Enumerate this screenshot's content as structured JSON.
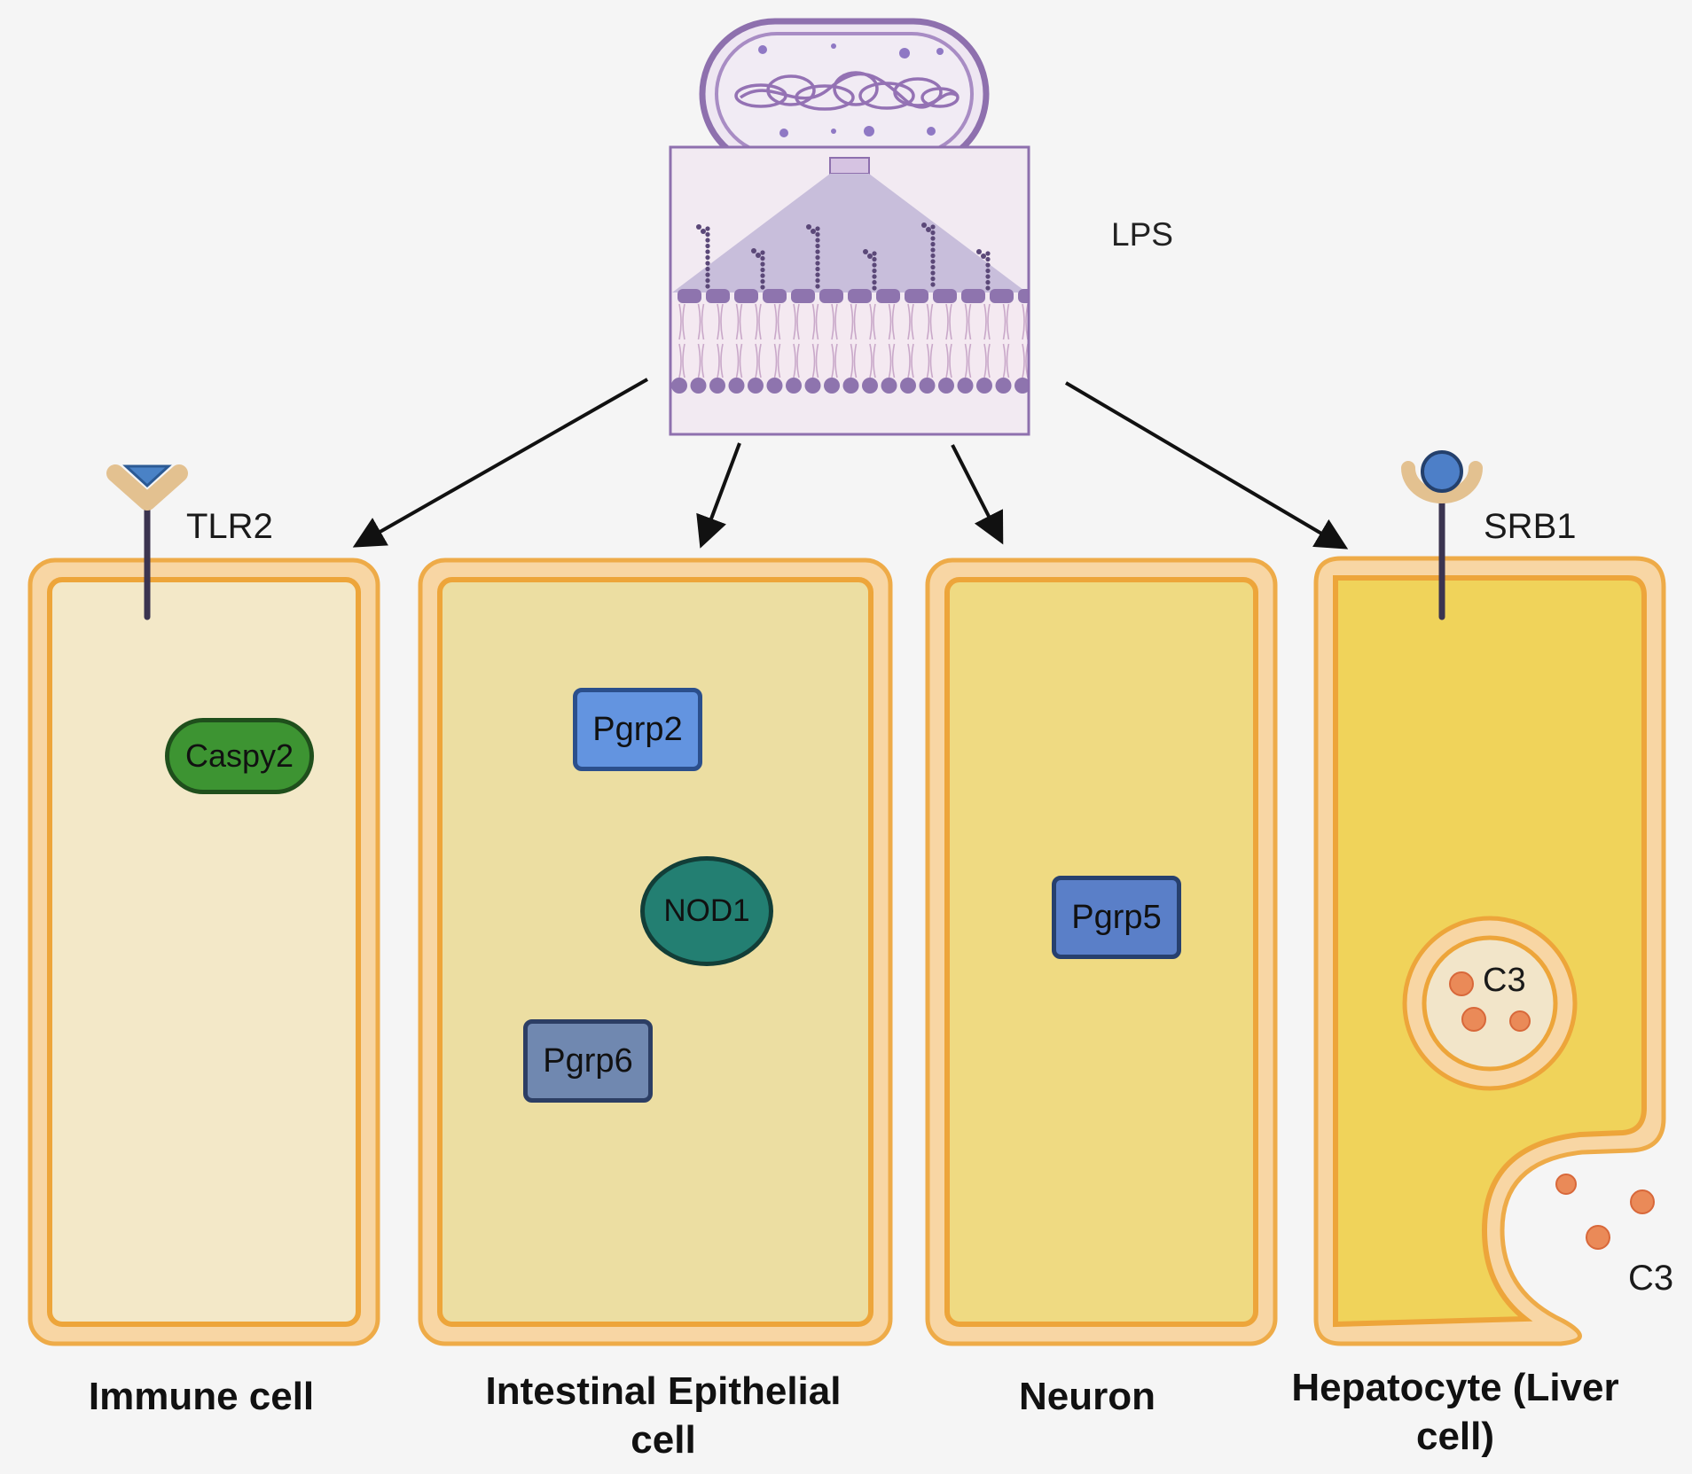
{
  "source": {
    "label": "LPS"
  },
  "cells": [
    {
      "title": "Immune cell",
      "receptor": "TLR2",
      "proteins": [
        "Caspy2"
      ]
    },
    {
      "title": "Intestinal Epithelial cell",
      "proteins": [
        "Pgrp2",
        "NOD1",
        "Pgrp6"
      ]
    },
    {
      "title": "Neuron",
      "proteins": [
        "Pgrp5"
      ]
    },
    {
      "title": "Hepatocyte (Liver cell)",
      "receptor": "SRB1",
      "vesicle_label": "C3",
      "secreted_label": "C3"
    }
  ],
  "colors": {
    "background": "#f5f5f5",
    "membrane_outer": "#f0a83c",
    "membrane_fill": "#f8d7a6",
    "immune_cytoplasm": "#f3e7c6",
    "epithelial_cytoplasm": "#ebdd9f",
    "neuron_cytoplasm": "#eed980",
    "hepatocyte_cytoplasm": "#f0d35a",
    "bacterium": "#9b7fb8",
    "caspy2": "#3d9432",
    "pgrp2": "#6394e0",
    "nod1": "#237f72",
    "pgrp6": "#7088b0",
    "pgrp5": "#5a7fc8",
    "c3_particle": "#ea8a58"
  },
  "icons": [
    "bacterium-icon",
    "lps-membrane-icon",
    "tlr2-receptor-icon",
    "srb1-receptor-icon",
    "arrow-icon"
  ]
}
